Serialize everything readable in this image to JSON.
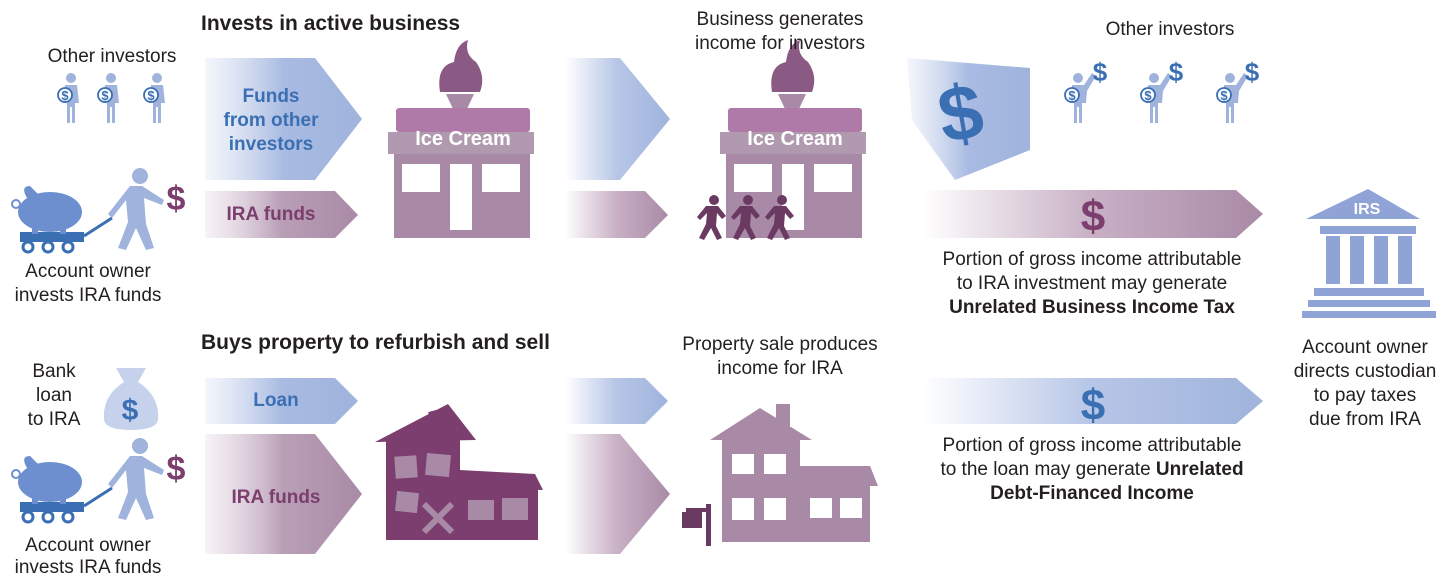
{
  "top_section": {
    "heading": "Invests in active business",
    "other_investors_left": "Other investors",
    "account_owner_line1": "Account owner",
    "account_owner_line2": "invests IRA funds",
    "funds_label_line1": "Funds",
    "funds_label_line2": "from other",
    "funds_label_line3": "investors",
    "ira_funds_label": "IRA funds",
    "shop_sign_1": "Ice Cream",
    "shop_sign_2": "Ice Cream",
    "generates_line1": "Business generates",
    "generates_line2": "income for investors",
    "other_investors_right": "Other investors",
    "ubit_line1": "Portion of gross income attributable",
    "ubit_line2": "to IRA investment may generate",
    "ubit_line3": "Unrelated Business Income Tax"
  },
  "bottom_section": {
    "heading": "Buys property to refurbish and sell",
    "bank_line1": "Bank",
    "bank_line2": "loan",
    "bank_line3": "to IRA",
    "account_owner_line1": "Account owner",
    "account_owner_line2": "invests IRA funds",
    "loan_label": "Loan",
    "ira_funds_label": "IRA funds",
    "sale_line1": "Property sale produces",
    "sale_line2": "income for IRA",
    "udfi_line1": "Portion of gross income attributable",
    "udfi_line2_plain": "to the loan may generate ",
    "udfi_line2_bold": "Unrelated",
    "udfi_line3": "Debt-Financed Income"
  },
  "irs": {
    "sign": "IRS",
    "line1": "Account owner",
    "line2": "directs custodian",
    "line3": "to pay taxes",
    "line4": "due from IRA"
  },
  "symbols": {
    "dollar": "$"
  },
  "colors": {
    "blue": "#9fb3dc",
    "blue_dark": "#3a6fb3",
    "purple": "#a98aa6",
    "purple_dark": "#7b3e6e",
    "purple_deep": "#6b3a62"
  }
}
